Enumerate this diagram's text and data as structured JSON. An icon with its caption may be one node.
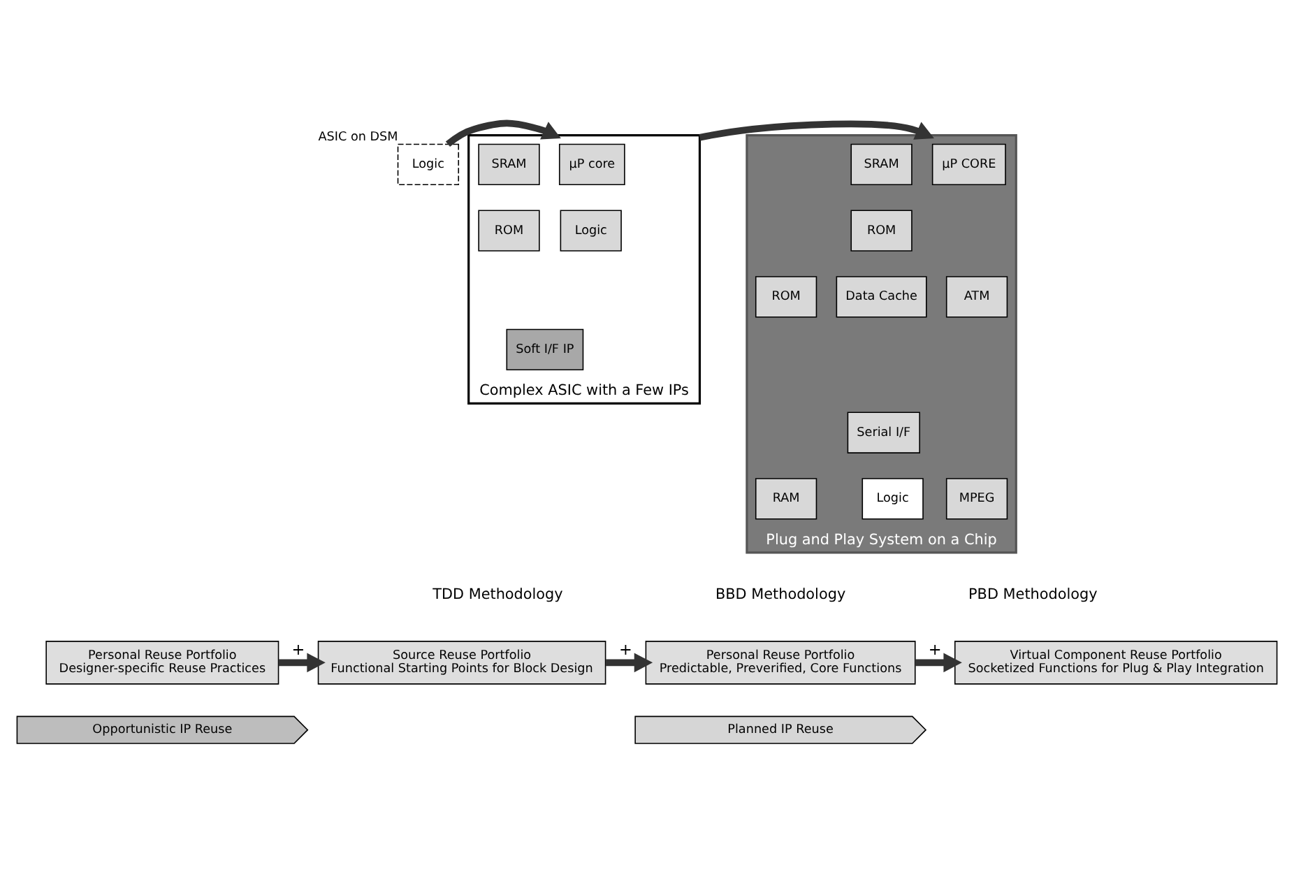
{
  "diagram": {
    "nodes": [
      {
        "text": [
          "Logic"
        ],
        "beside": [
          "ASIC on DSM"
        ]
      },
      {
        "text": [
          "Complex ASIC with a Few IPs"
        ]
      },
      {
        "text": [
          "µP core"
        ],
        "in": 1
      },
      {
        "text": [
          "SRAM"
        ],
        "in": 1
      },
      {
        "text": [
          "ROM"
        ],
        "in": 1
      },
      {
        "text": [
          "Logic"
        ],
        "in": 1
      },
      {
        "text": [
          "Soft I/F IP"
        ],
        "in": 1
      },
      {
        "text": [
          "Plug and Play System on a Chip"
        ]
      },
      {
        "text": [
          "µP CORE"
        ],
        "in": 7
      },
      {
        "text": [
          "SRAM"
        ],
        "in": 7
      },
      {
        "text": [
          "ROM"
        ],
        "in": 7
      },
      {
        "text": [
          "ATM"
        ],
        "in": 7
      },
      {
        "text": [
          "ROM"
        ],
        "in": 7
      },
      {
        "text": [
          "Data Cache"
        ],
        "in": 7
      },
      {
        "text": [
          "MPEG"
        ],
        "in": 7
      },
      {
        "text": [
          "RAM"
        ],
        "in": 7
      },
      {
        "text": [
          "Serial I/F"
        ],
        "in": 7
      },
      {
        "text": [
          "Logic"
        ],
        "in": 7
      },
      {
        "text": [
          "Personal Reuse Portfolio",
          "Designer-specific Reuse Practices"
        ]
      },
      {
        "text": [
          "Source Reuse Portfolio",
          "Functional Starting Points for Block Design"
        ]
      },
      {
        "text": [
          "Personal Reuse Portfolio",
          "Predictable, Preverified, Core Functions"
        ]
      },
      {
        "text": [
          "Virtual Component Reuse Portfolio",
          "Socketized Functions for Plug & Play Integration"
        ]
      },
      {
        "text": [
          "Opportunistic IP Reuse"
        ]
      },
      {
        "text": [
          "Planned IP Reuse"
        ]
      }
    ],
    "edges": [
      {
        "from": 0,
        "to": 1,
        "arrow": "to"
      },
      {
        "from": 1,
        "to": 7,
        "arrow": "to"
      },
      {
        "from": 18,
        "to": 19,
        "arrow": "to",
        "label": "+"
      },
      {
        "from": 19,
        "to": 20,
        "arrow": "to",
        "label": "+"
      },
      {
        "from": 20,
        "to": 21,
        "arrow": "to",
        "label": "+"
      }
    ],
    "labels": [
      "TDD Methodology",
      "BBD Methodology",
      "PBD Methodology"
    ]
  }
}
